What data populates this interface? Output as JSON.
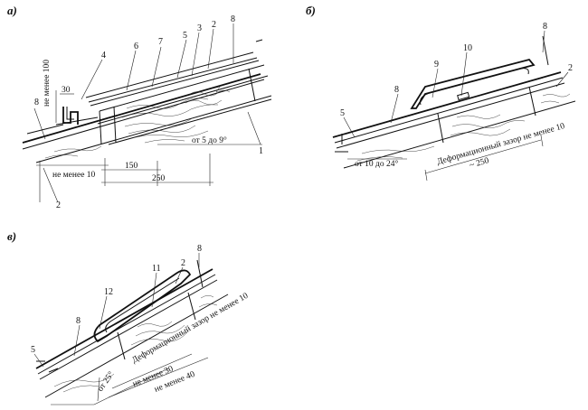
{
  "panels": {
    "a": {
      "label": "а)",
      "callouts": [
        "8",
        "4",
        "6",
        "7",
        "5",
        "3",
        "2",
        "8",
        "1",
        "2"
      ],
      "dims": {
        "not_less_100": "не менее 100",
        "d30": "30",
        "not_less_10": "не менее 10",
        "d150": "150",
        "d250": "250",
        "slope": "от 5 до 9°"
      }
    },
    "b": {
      "label": "б)",
      "callouts": [
        "8",
        "10",
        "9",
        "8",
        "2",
        "5"
      ],
      "dims": {
        "gap": "Деформационный зазор не менее 10",
        "slope": "от 10 до 24°",
        "d250": "~ 250"
      }
    },
    "v": {
      "label": "в)",
      "callouts": [
        "8",
        "11",
        "2",
        "12",
        "8",
        "5"
      ],
      "dims": {
        "gap": "Деформационный зазор не менее 10",
        "n30": "не менее 30",
        "n40": "не менее 40",
        "slope": "от 25°"
      }
    }
  }
}
